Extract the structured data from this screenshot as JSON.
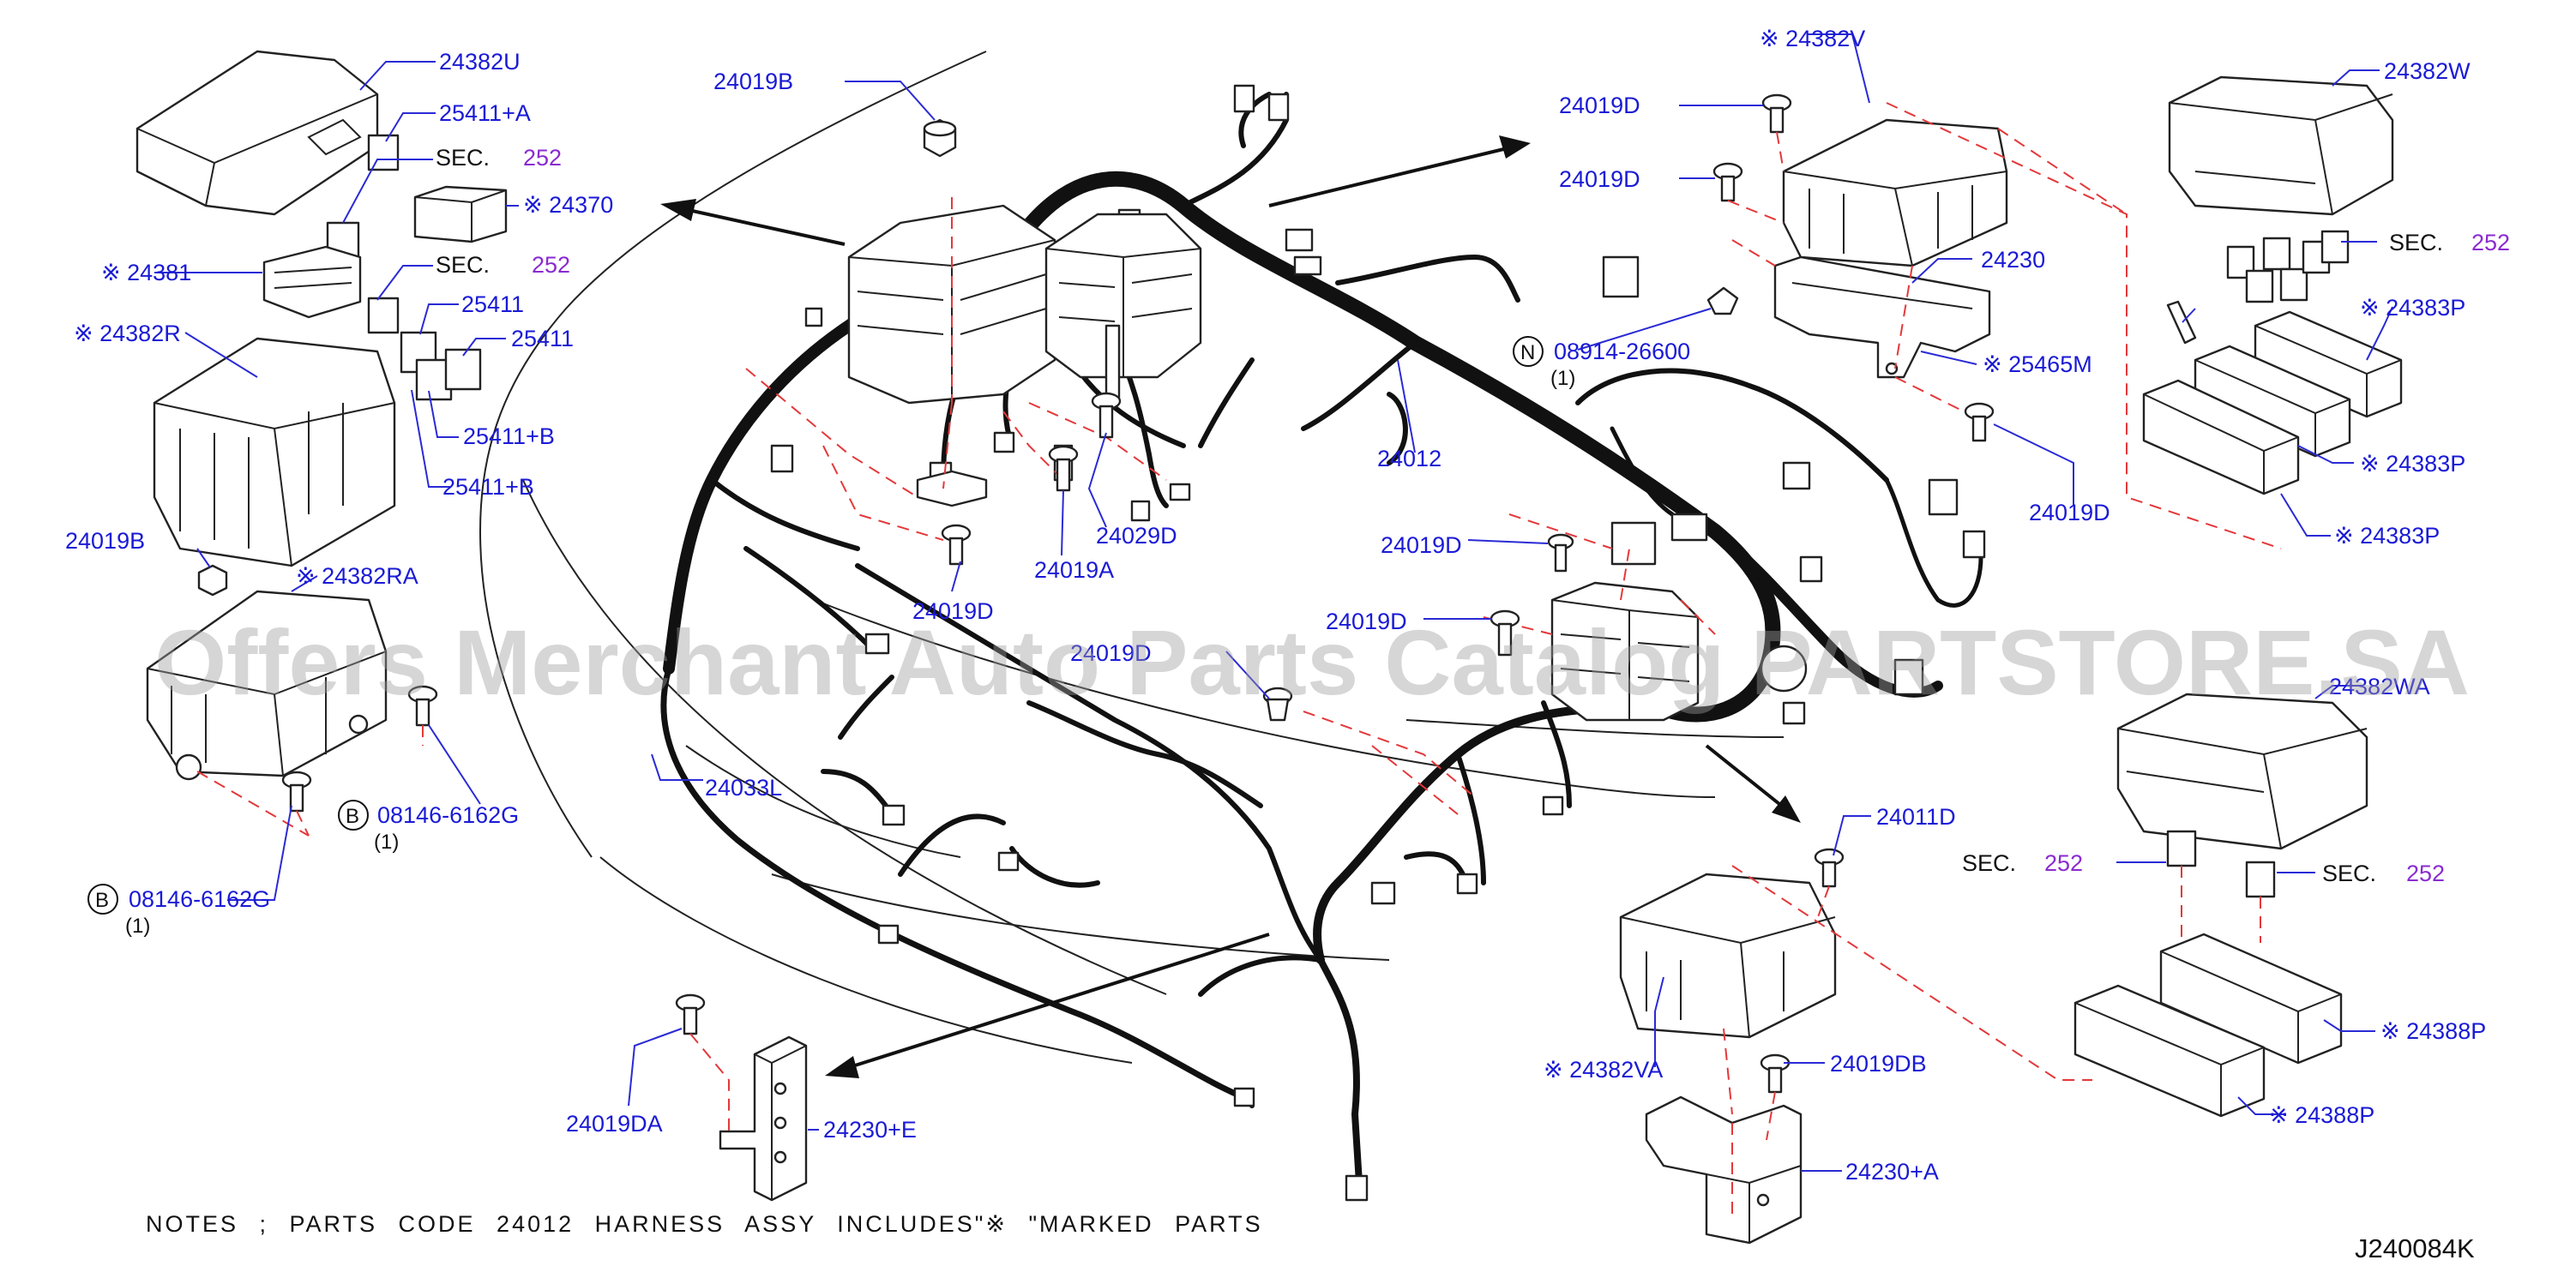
{
  "callouts": {
    "24382U": "24382U",
    "25411A": "25411+A",
    "sec_a": "SEC.",
    "sec_a_num": "252",
    "24370": "※ 24370",
    "24381": "※ 24381",
    "sec_b": "SEC.",
    "sec_b_num": "252",
    "25411_1": "25411",
    "25411_2": "25411",
    "24382R": "※ 24382R",
    "25411B_1": "25411+B",
    "25411B_2": "25411+B",
    "24019B_left": "24019B",
    "24382RA": "※ 24382RA",
    "08146_1": "08146-6162G",
    "08146_1_qty": "(1)",
    "08146_2": "08146-6162G",
    "08146_2_qty": "(1)",
    "circle_b": "B",
    "24019B_top": "24019B",
    "24029D": "24029D",
    "24019D_a": "24019D",
    "24019A": "24019A",
    "24033L": "24033L",
    "24019D_mid": "24019D",
    "24019D_c": "24019D",
    "24012": "24012",
    "24019D_d": "24019D",
    "24019DA": "24019DA",
    "24230E": "24230+E",
    "24382V": "※ 24382V",
    "24019D_r1": "24019D",
    "24019D_r2": "24019D",
    "24230": "24230",
    "08914": "08914-26600",
    "08914_qty": "(1)",
    "circle_n": "N",
    "25465M": "※ 25465M",
    "24019D_r3": "24019D",
    "24382W": "24382W",
    "sec_c": "SEC.",
    "sec_c_num": "252",
    "24383P_1": "※ 24383P",
    "24383P_2": "※ 24383P",
    "24383P_3": "※ 24383P",
    "24382WA": "24382WA",
    "24011D": "24011D",
    "sec_d": "SEC.",
    "sec_d_num": "252",
    "sec_e": "SEC.",
    "sec_e_num": "252",
    "24388P_1": "※ 24388P",
    "24388P_2": "※ 24388P",
    "24382VA": "※ 24382VA",
    "24019DB": "24019DB",
    "24230A": "24230+A"
  },
  "notes": "NOTES ; PARTS CODE 24012 HARNESS ASSY INCLUDES\"※ \"MARKED PARTS",
  "diagram_code": "J240084K",
  "watermark": "Offers Merchant Auto Parts Catalog PARTSTORE.SA",
  "colors": {
    "callout_text": "#1a1ad6",
    "section_number": "#8a2bd0",
    "dashed_guides": "#e4383a",
    "line_art": "#111111"
  }
}
